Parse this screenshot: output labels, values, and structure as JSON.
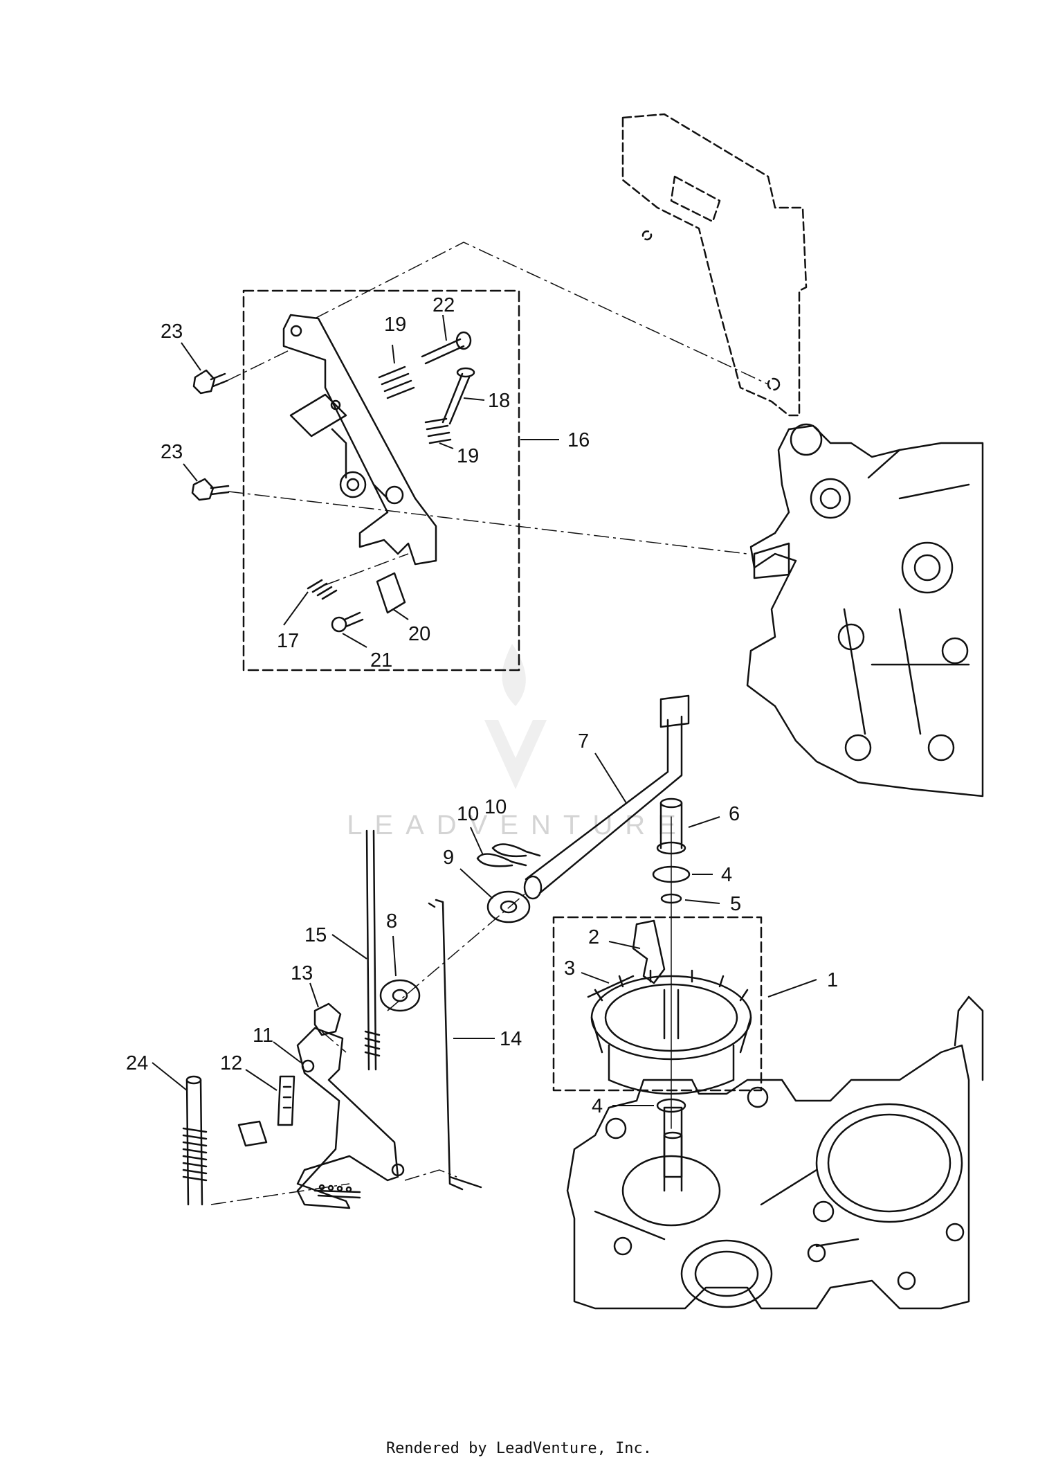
{
  "diagram": {
    "callouts": [
      "1",
      "2",
      "3",
      "4",
      "4",
      "5",
      "6",
      "7",
      "8",
      "9",
      "10",
      "10",
      "11",
      "12",
      "13",
      "14",
      "15",
      "16",
      "17",
      "18",
      "19",
      "19",
      "20",
      "21",
      "22",
      "23",
      "23",
      "24"
    ]
  },
  "watermark": {
    "text": "LEADVENTURE"
  },
  "footer": {
    "text": "Rendered by LeadVenture, Inc."
  }
}
